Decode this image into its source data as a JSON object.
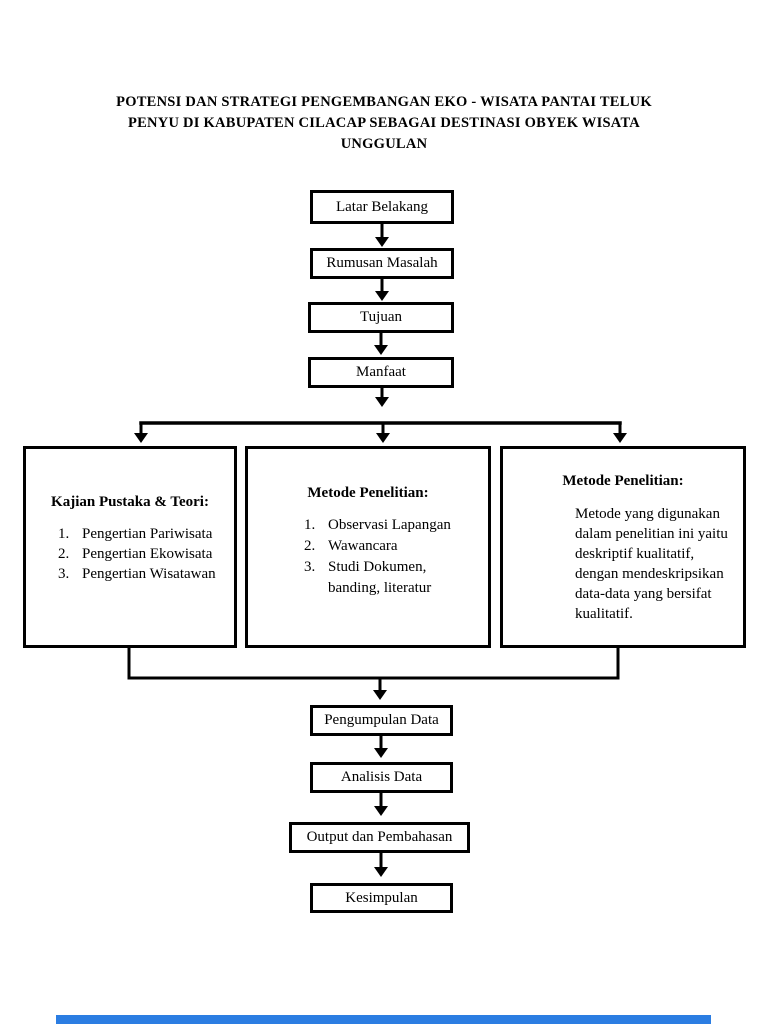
{
  "document": {
    "title_line1": "POTENSI DAN STRATEGI PENGEMBANGAN EKO - WISATA PANTAI TELUK",
    "title_line2": "PENYU DI KABUPATEN CILACAP SEBAGAI DESTINASI OBYEK WISATA",
    "title_line3": "UNGGULAN"
  },
  "flowchart": {
    "top_chain": [
      {
        "label": "Latar Belakang"
      },
      {
        "label": "Rumusan Masalah"
      },
      {
        "label": "Tujuan"
      },
      {
        "label": "Manfaat"
      }
    ],
    "branch_left": {
      "title": "Kajian Pustaka & Teori:",
      "items": [
        {
          "num": "1.",
          "text": "Pengertian Pariwisata"
        },
        {
          "num": "2.",
          "text": "Pengertian Ekowisata"
        },
        {
          "num": "3.",
          "text": "Pengertian Wisatawan"
        }
      ]
    },
    "branch_middle": {
      "title": "Metode Penelitian:",
      "items": [
        {
          "num": "1.",
          "text": "Observasi Lapangan"
        },
        {
          "num": "2.",
          "text": "Wawancara"
        },
        {
          "num": "3.",
          "text": "Studi Dokumen, banding, literatur"
        }
      ]
    },
    "branch_right": {
      "title": "Metode Penelitian:",
      "paragraph": "Metode yang digunakan dalam penelitian ini yaitu deskriptif kualitatif, dengan mendeskripsikan data-data yang bersifat kualitatif."
    },
    "bottom_chain": [
      {
        "label": "Pengumpulan Data"
      },
      {
        "label": "Analisis Data"
      },
      {
        "label": "Output dan Pembahasan"
      },
      {
        "label": "Kesimpulan"
      }
    ]
  },
  "viewer": {
    "progress_color": "#2b7de2"
  },
  "colors": {
    "background": "#ffffff",
    "box_border": "#000000",
    "text": "#000000"
  }
}
